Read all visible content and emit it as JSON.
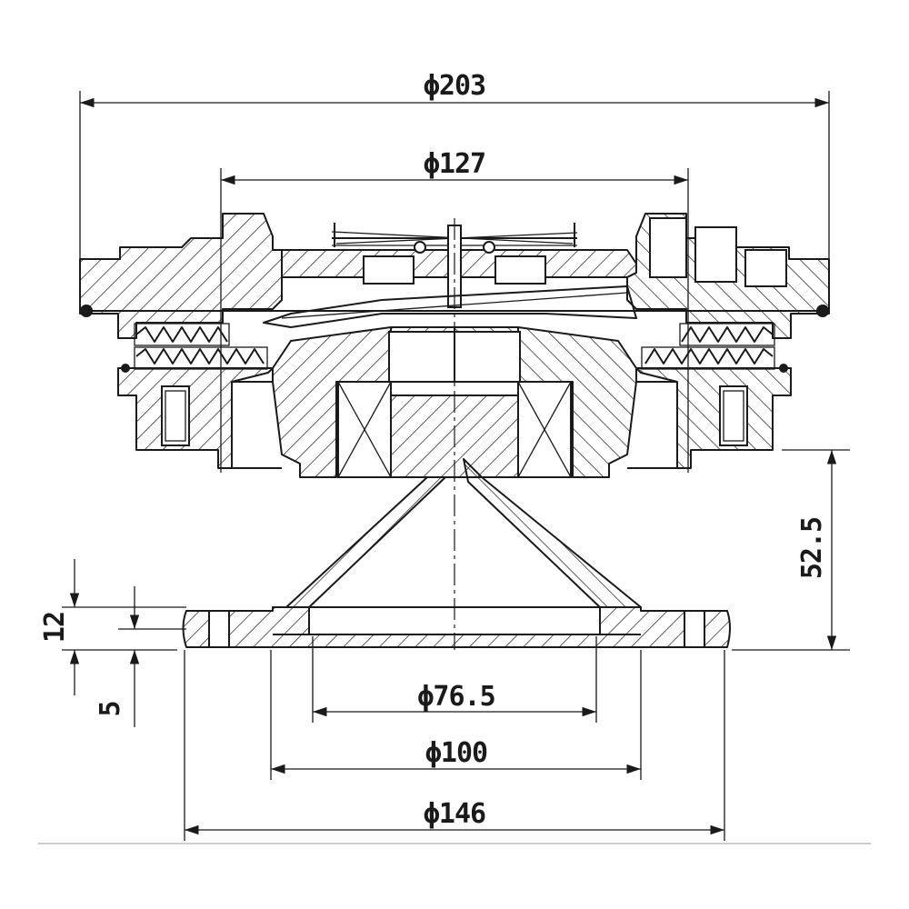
{
  "dimensions": {
    "d203": "ϕ203",
    "d127": "ϕ127",
    "d76_5": "ϕ76.5",
    "d100": "ϕ100",
    "d146": "ϕ146",
    "h52_5": "52.5",
    "h12": "12",
    "h5": "5"
  },
  "colors": {
    "line": "#1a1a1a",
    "background": "#ffffff"
  }
}
